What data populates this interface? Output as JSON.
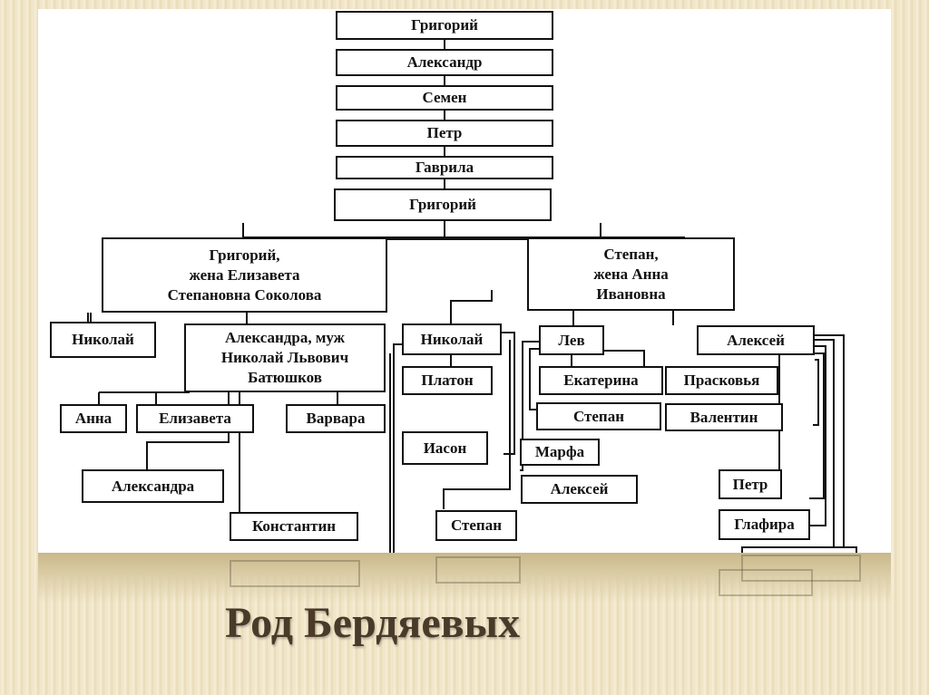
{
  "title": "Род Бердяевых",
  "tree": {
    "g1": "Григорий",
    "a1": "Александр",
    "s1": "Семен",
    "p1": "Петр",
    "gav": "Гаврила",
    "g2": "Григорий",
    "g3": "Григорий,\nжена Елизавета\nСтепановна Соколова",
    "st1": "Степан,\nжена Анна\nИвановна",
    "nik1": "Николай",
    "alex1": "Александра, муж\nНиколай Львович\nБатюшков",
    "anna": "Анна",
    "eliz": "Елизавета",
    "varv": "Варвара",
    "alex2": "Александра",
    "konst": "Константин",
    "nik2": "Николай",
    "platon": "Платон",
    "iason": "Иасон",
    "lev": "Лев",
    "ekat": "Екатерина",
    "st2": "Степан",
    "marfa": "Марфа",
    "alek1": "Алексей",
    "st3": "Степан",
    "alek2": "Алексей",
    "prask": "Прасковья",
    "valent": "Валентин",
    "petr2": "Петр",
    "glaf": "Глафира"
  }
}
